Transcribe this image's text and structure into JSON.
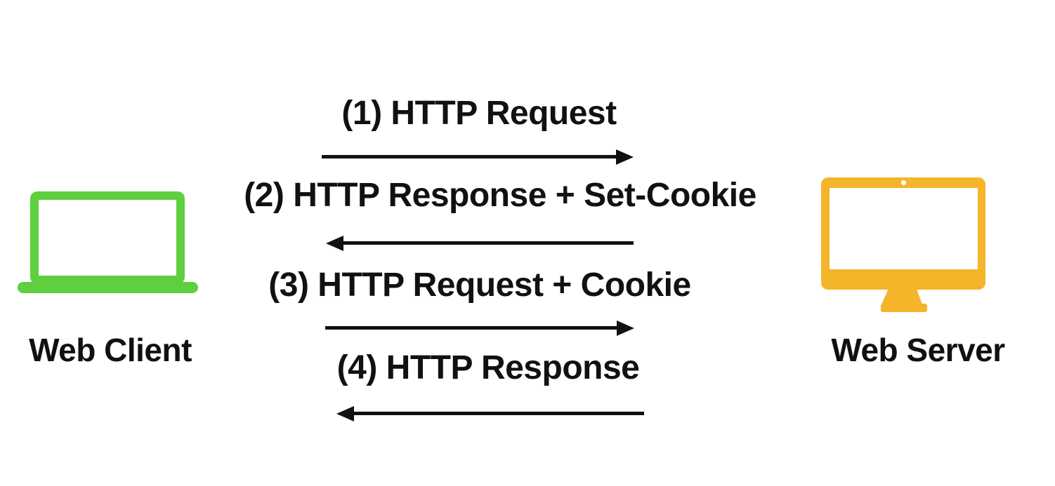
{
  "nodes": {
    "client": {
      "label": "Web Client",
      "icon": "laptop-icon",
      "color": "#5ecf3e"
    },
    "server": {
      "label": "Web Server",
      "icon": "monitor-icon",
      "color": "#f4b52b"
    }
  },
  "messages": [
    {
      "label": "(1) HTTP Request",
      "direction": "right"
    },
    {
      "label": "(2) HTTP Response + Set-Cookie",
      "direction": "left"
    },
    {
      "label": "(3) HTTP Request + Cookie",
      "direction": "right"
    },
    {
      "label": "(4) HTTP Response",
      "direction": "left"
    }
  ],
  "colors": {
    "text": "#111111",
    "arrow": "#111111",
    "background": "#ffffff"
  }
}
